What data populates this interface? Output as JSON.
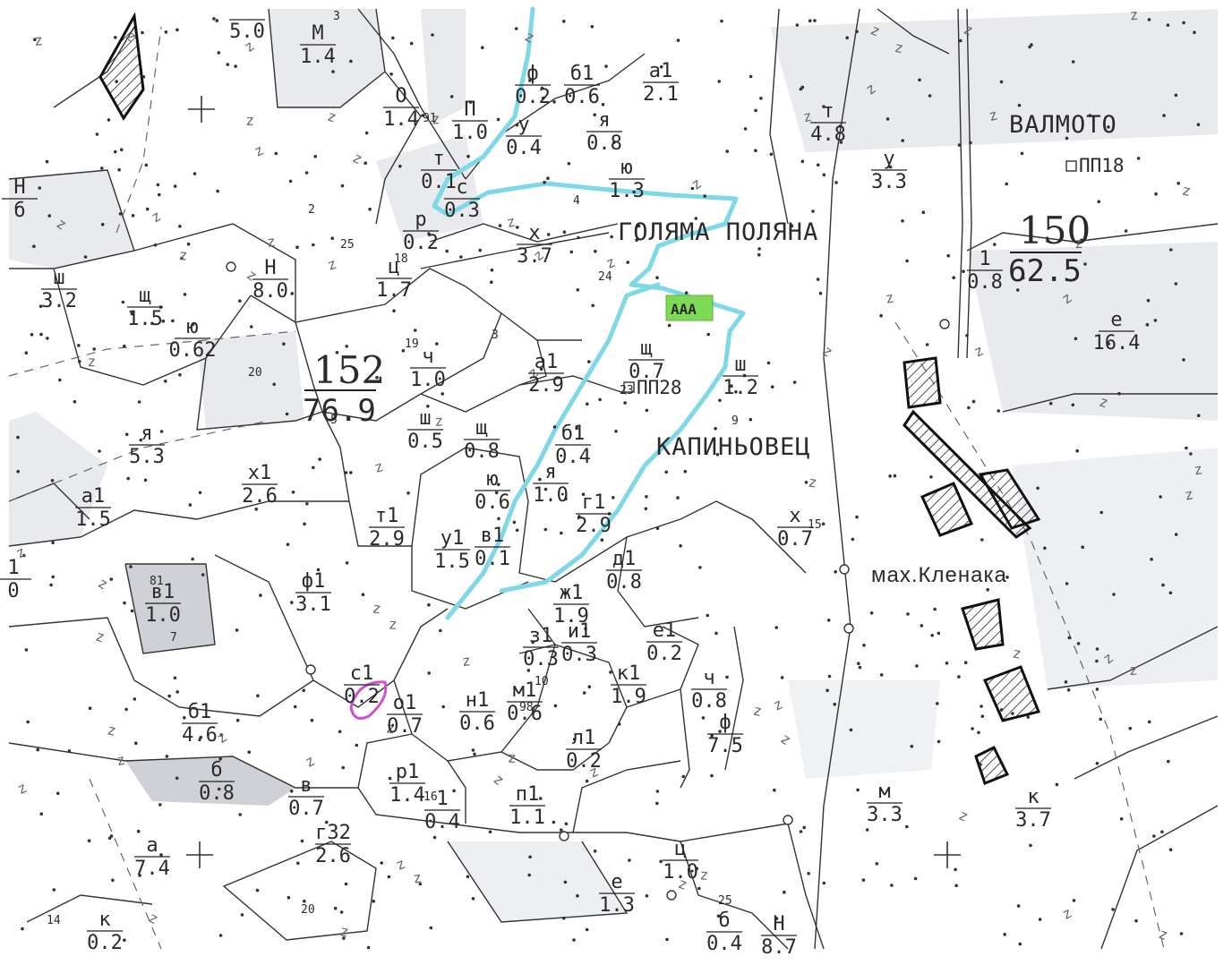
{
  "places": {
    "valmoto": "ВАЛМОТО",
    "golyama_polyana": "ГОЛЯМА ПОЛЯНА",
    "kapinyovets": "КАПИНЬОВЕЦ",
    "mah_klenaka": "мах.Кленака"
  },
  "sample_plots": {
    "pp18": "ПП18",
    "pp28": "ПП28"
  },
  "badge": "ААА",
  "sections": {
    "s152": {
      "number": "152",
      "area": "76.9"
    },
    "s150": {
      "number": "150",
      "area": "62.5"
    }
  },
  "plots": [
    {
      "code": "",
      "area": "5.0"
    },
    {
      "code": "М",
      "area": "1.4"
    },
    {
      "code": "О",
      "area": "1.4"
    },
    {
      "code": "П",
      "area": "1.0"
    },
    {
      "code": "ф",
      "area": "0.2"
    },
    {
      "code": "б1",
      "area": "0.6"
    },
    {
      "code": "а1",
      "area": "2.1"
    },
    {
      "code": "у",
      "area": "0.4"
    },
    {
      "code": "я",
      "area": "0.8"
    },
    {
      "code": "ю",
      "area": "1.3"
    },
    {
      "code": "т",
      "area": "0.1"
    },
    {
      "code": "с",
      "area": "0.3"
    },
    {
      "code": "т",
      "area": "4.8"
    },
    {
      "code": "у",
      "area": "3.3"
    },
    {
      "code": "Н",
      "area": "б"
    },
    {
      "code": "р",
      "area": "0.2"
    },
    {
      "code": "х",
      "area": "3.7"
    },
    {
      "code": "Н",
      "area": "8.0"
    },
    {
      "code": "ш",
      "area": "3.2"
    },
    {
      "code": "щ",
      "area": "1.5"
    },
    {
      "code": "ю",
      "area": "0.62"
    },
    {
      "code": "ц",
      "area": "1.7"
    },
    {
      "code": "1",
      "area": "0.8"
    },
    {
      "code": "е",
      "area": "16.4"
    },
    {
      "code": "ч",
      "area": "1.0"
    },
    {
      "code": "а1",
      "area": "2.9"
    },
    {
      "code": "щ",
      "area": "0.7"
    },
    {
      "code": "ш",
      "area": "1.2"
    },
    {
      "code": "я",
      "area": "5.3"
    },
    {
      "code": "ш",
      "area": "0.5"
    },
    {
      "code": "щ",
      "area": "0.8"
    },
    {
      "code": "б1",
      "area": "0.4"
    },
    {
      "code": "х1",
      "area": "2.6"
    },
    {
      "code": "а1",
      "area": "1.5"
    },
    {
      "code": "ю",
      "area": "0.6"
    },
    {
      "code": "я",
      "area": "1.0"
    },
    {
      "code": "т1",
      "area": "2.9"
    },
    {
      "code": "у1",
      "area": "1.5"
    },
    {
      "code": "в1",
      "area": "0.1"
    },
    {
      "code": "г1",
      "area": "2.9"
    },
    {
      "code": "х",
      "area": "0.7"
    },
    {
      "code": "1",
      "area": "0"
    },
    {
      "code": "ф1",
      "area": "3.1"
    },
    {
      "code": "в1",
      "area": "1.0"
    },
    {
      "code": "д1",
      "area": "0.8"
    },
    {
      "code": "ж1",
      "area": "1.9"
    },
    {
      "code": "з1",
      "area": "0.3"
    },
    {
      "code": "и1",
      "area": "0.3"
    },
    {
      "code": "е1",
      "area": "0.2"
    },
    {
      "code": "с1",
      "area": "0.2"
    },
    {
      "code": "о1",
      "area": "0.7"
    },
    {
      "code": "б1",
      "area": "4.6"
    },
    {
      "code": "н1",
      "area": "0.6"
    },
    {
      "code": "м1",
      "area": "0.6"
    },
    {
      "code": "к1",
      "area": "1.9"
    },
    {
      "code": "ч",
      "area": "0.8"
    },
    {
      "code": "ф",
      "area": "7.5"
    },
    {
      "code": "л1",
      "area": "0.2"
    },
    {
      "code": "б",
      "area": "0.8"
    },
    {
      "code": "в",
      "area": "0.7"
    },
    {
      "code": "р1",
      "area": "1.4"
    },
    {
      "code": "1",
      "area": "0.4"
    },
    {
      "code": "п1",
      "area": "1.1"
    },
    {
      "code": "м",
      "area": "3.3"
    },
    {
      "code": "к",
      "area": "3.7"
    },
    {
      "code": "а",
      "area": "7.4"
    },
    {
      "code": "г32",
      "area": "2.6"
    },
    {
      "code": "ц",
      "area": "1.0"
    },
    {
      "code": "е",
      "area": "1.3"
    },
    {
      "code": "к",
      "area": "0.2"
    },
    {
      "code": "б",
      "area": "0.4"
    },
    {
      "code": "Н",
      "area": "8.7"
    }
  ],
  "small_numbers": [
    "3",
    "2",
    "25",
    "18",
    "19",
    "20",
    "5",
    "3",
    "4",
    "24",
    "23",
    "9",
    "15",
    "7",
    "10",
    "14",
    "20",
    "25",
    "16",
    "98",
    "81",
    "91"
  ]
}
